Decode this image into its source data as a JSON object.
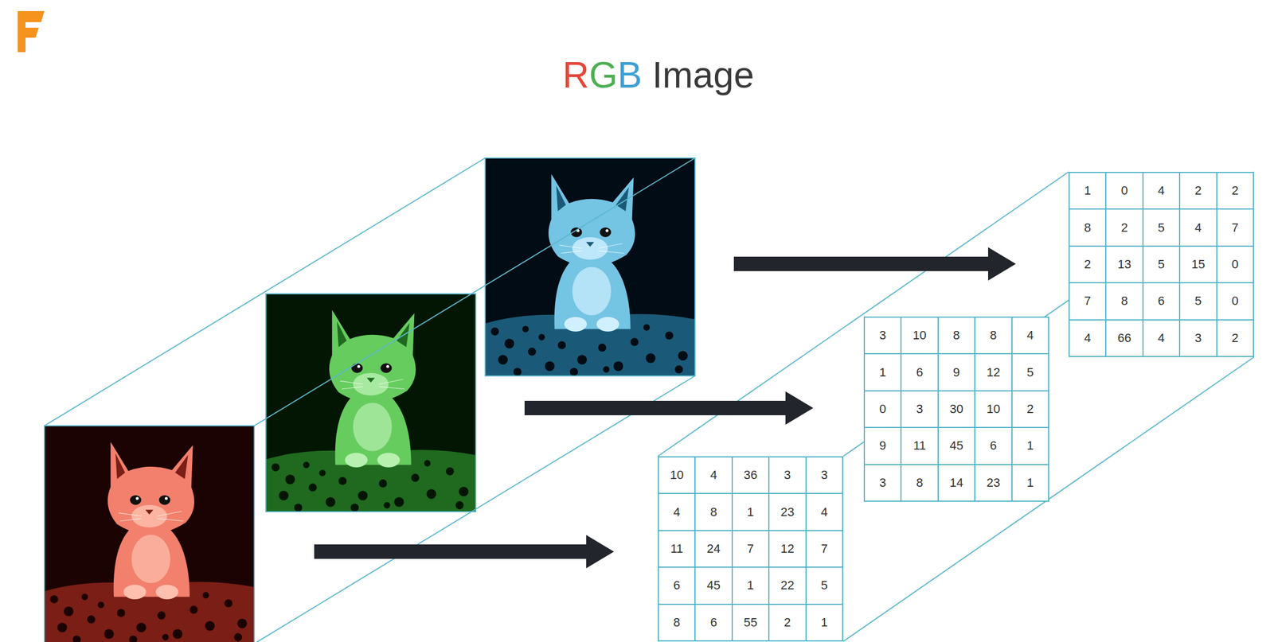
{
  "diagram": {
    "title": "RGB Image",
    "labels": [
      "1",
      "0",
      "4",
      "2",
      "2",
      "8",
      "2",
      "5",
      "4",
      "7",
      "2",
      "13",
      "5",
      "15",
      "0",
      "7",
      "8",
      "6",
      "5",
      "0",
      "4",
      "66",
      "4",
      "3",
      "2",
      "3",
      "10",
      "8",
      "8",
      "4",
      "1",
      "6",
      "9",
      "12",
      "5",
      "0",
      "3",
      "30",
      "10",
      "2",
      "9",
      "11",
      "45",
      "6",
      "1",
      "3",
      "8",
      "14",
      "23",
      "1",
      "10",
      "4",
      "36",
      "3",
      "3",
      "4",
      "8",
      "1",
      "23",
      "4",
      "11",
      "24",
      "7",
      "12",
      "7",
      "6",
      "45",
      "1",
      "22",
      "5",
      "8",
      "6",
      "55",
      "2",
      "1"
    ]
  }
}
